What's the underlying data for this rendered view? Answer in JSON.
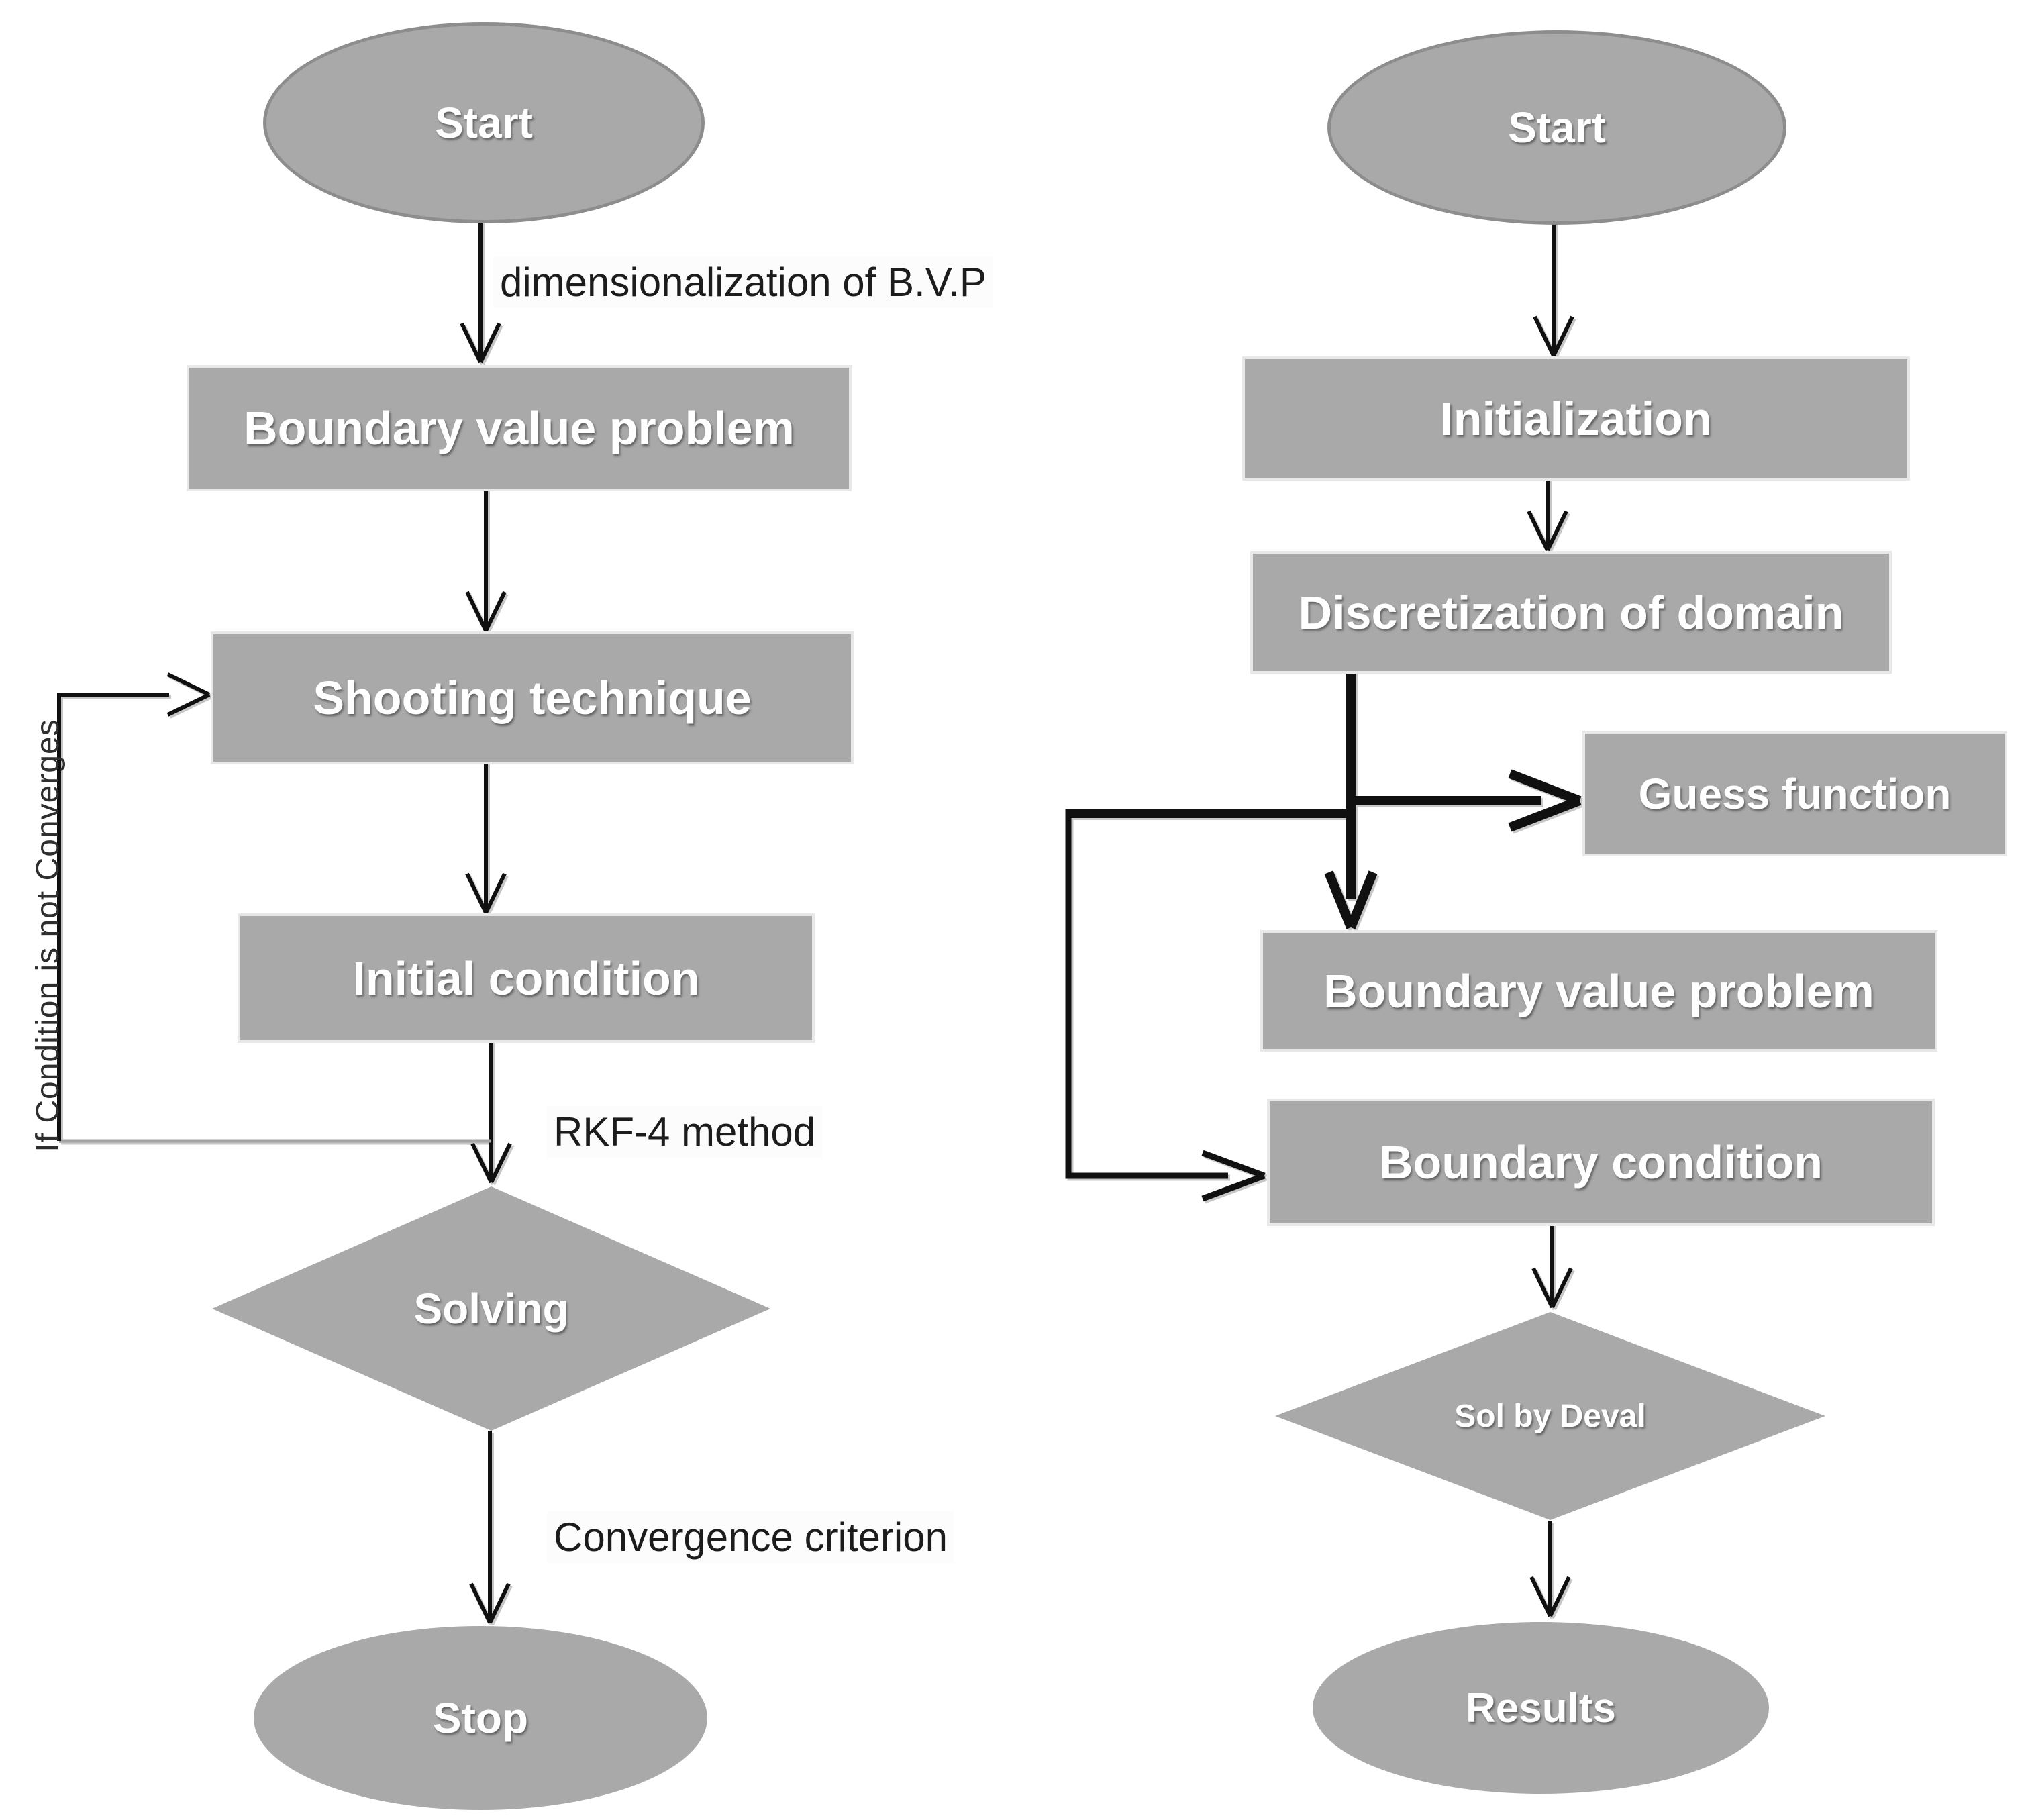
{
  "figure": {
    "description": "Two flowcharts of numerical BVP solution procedures",
    "background": "#ffffff",
    "node_fill": "#a9a9a9",
    "node_border": "#8d8d8d",
    "node_text_color": "#ffffff",
    "connector_color": "#101010",
    "loop_line_color": "#a3a3a3"
  },
  "left_chart": {
    "nodes": {
      "start": {
        "label": "Start",
        "type": "ellipse"
      },
      "bvp": {
        "label": "Boundary value problem",
        "type": "rect"
      },
      "shooting": {
        "label": "Shooting technique",
        "type": "rect"
      },
      "initial": {
        "label": "Initial condition",
        "type": "rect"
      },
      "solving": {
        "label": "Solving",
        "type": "diamond"
      },
      "stop": {
        "label": "Stop",
        "type": "ellipse"
      }
    },
    "edge_labels": {
      "dimensionalization": "dimensionalization of B.V.P",
      "rkf4": "RKF-4 method",
      "convergence": "Convergence criterion",
      "loop": "If Condition is not Converges"
    }
  },
  "right_chart": {
    "nodes": {
      "start": {
        "label": "Start",
        "type": "ellipse"
      },
      "initialization": {
        "label": "Initialization",
        "type": "rect"
      },
      "discretization": {
        "label": "Discretization of domain",
        "type": "rect"
      },
      "guess": {
        "label": "Guess function",
        "type": "rect"
      },
      "bvp": {
        "label": "Boundary value problem",
        "type": "rect"
      },
      "boundary_condition": {
        "label": "Boundary condition",
        "type": "rect"
      },
      "sol_by_deval": {
        "label": "Sol by Deval",
        "type": "diamond"
      },
      "results": {
        "label": "Results",
        "type": "ellipse"
      }
    }
  }
}
